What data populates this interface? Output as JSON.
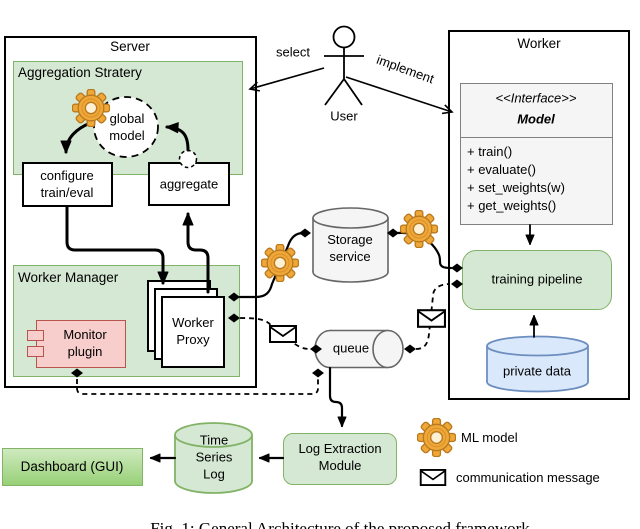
{
  "palette": {
    "green_fill": "#d5e8d4",
    "green_border": "#82b366",
    "red_fill": "#f8cecc",
    "red_border": "#b85450",
    "blue_fill": "#dae8fc",
    "blue_border": "#6c8ebf",
    "grey_fill": "#f5f5f5",
    "grey_border": "#666666",
    "gear_color": "#efa838",
    "dashboard_gradient_top": "#cfeabf",
    "dashboard_gradient_bottom": "#97d077"
  },
  "server": {
    "title": "Server",
    "aggregation_strategy": {
      "title": "Aggregation Stratery",
      "global_model": "global\nmodel",
      "configure": "configure\ntrain/eval",
      "aggregate": "aggregate"
    },
    "worker_manager": {
      "title": "Worker Manager",
      "monitor_plugin": "Monitor\nplugin",
      "worker_proxy": "Worker\nProxy"
    }
  },
  "actor": {
    "name": "User",
    "select_label": "select",
    "implement_label": "implement"
  },
  "worker": {
    "title": "Worker",
    "interface": {
      "stereotype": "<<Interface>>",
      "name": "Model",
      "methods": [
        "+ train()",
        "+ evaluate()",
        "+ set_weights(w)",
        "+ get_weights()"
      ]
    },
    "training_pipeline": "training pipeline",
    "private_data": "private data"
  },
  "infrastructure": {
    "storage_service": "Storage\nservice",
    "queue": "queue"
  },
  "monitoring": {
    "dashboard": "Dashboard (GUI)",
    "time_series_log": "Time\nSeries\nLog",
    "log_extraction": "Log Extraction\nModule"
  },
  "legend": {
    "ml_model": "ML model",
    "communication_message": "communication message"
  },
  "icons": {
    "gear": "ml-model-gear-icon",
    "envelope": "communication-message-icon"
  },
  "caption": "Fig. 1: General Architecture of the proposed framework"
}
